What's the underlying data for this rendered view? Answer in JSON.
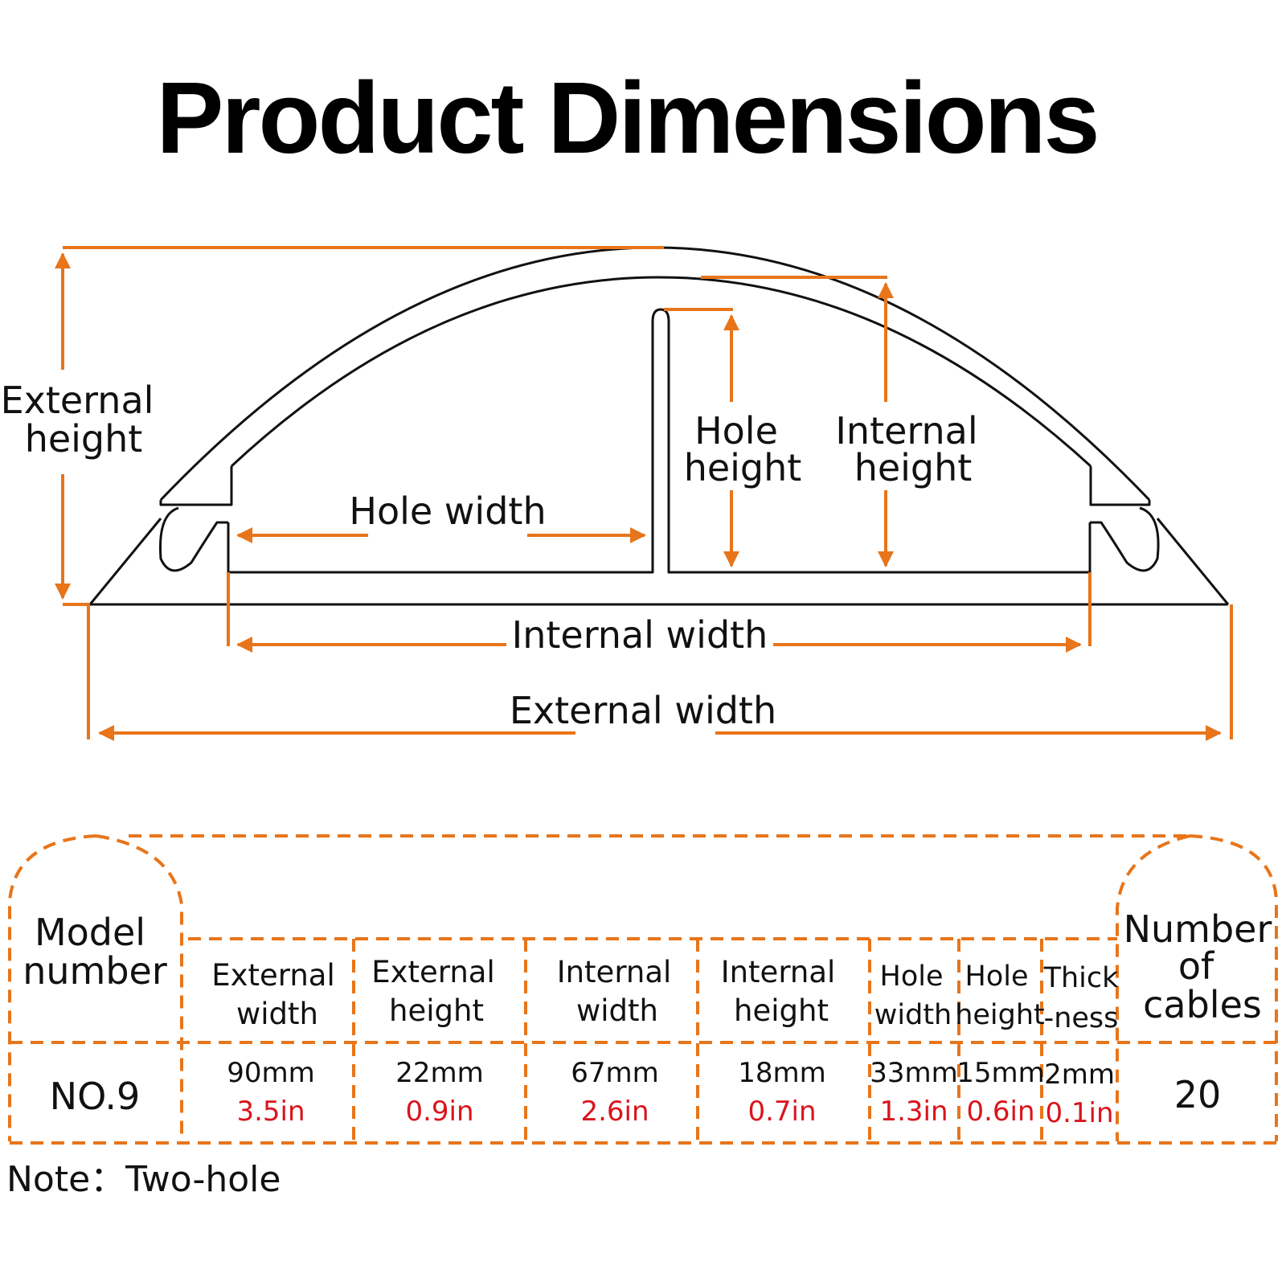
{
  "title": "Product Dimensions",
  "colors": {
    "accent": "#e8751a",
    "inch": "#d9141c",
    "outline": "#111111"
  },
  "diagram": {
    "external_height": [
      "External",
      "height"
    ],
    "hole_height": [
      "Hole",
      "height"
    ],
    "internal_height": [
      "Internal",
      "height"
    ],
    "hole_width": "Hole width",
    "internal_width": "Internal width",
    "external_width": "External width"
  },
  "table": {
    "model_header": [
      "Model",
      "number"
    ],
    "cables_header": [
      "Number",
      "of",
      "cables"
    ],
    "columns": [
      {
        "h1": "External",
        "h2": "width",
        "mm": "90mm",
        "inch": "3.5in"
      },
      {
        "h1": "External",
        "h2": "height",
        "mm": "22mm",
        "inch": "0.9in"
      },
      {
        "h1": "Internal",
        "h2": "width",
        "mm": "67mm",
        "inch": "2.6in"
      },
      {
        "h1": "Internal",
        "h2": "height",
        "mm": "18mm",
        "inch": "0.7in"
      },
      {
        "h1": "Hole",
        "h2": "width",
        "mm": "33mm",
        "inch": "1.3in"
      },
      {
        "h1": "Hole",
        "h2": "height",
        "mm": "15mm",
        "inch": "0.6in"
      },
      {
        "h1": "Thick",
        "h2": "-ness",
        "mm": "2mm",
        "inch": "0.1in"
      }
    ],
    "model": "NO.9",
    "cables": "20"
  },
  "note": "Note：Two-hole"
}
